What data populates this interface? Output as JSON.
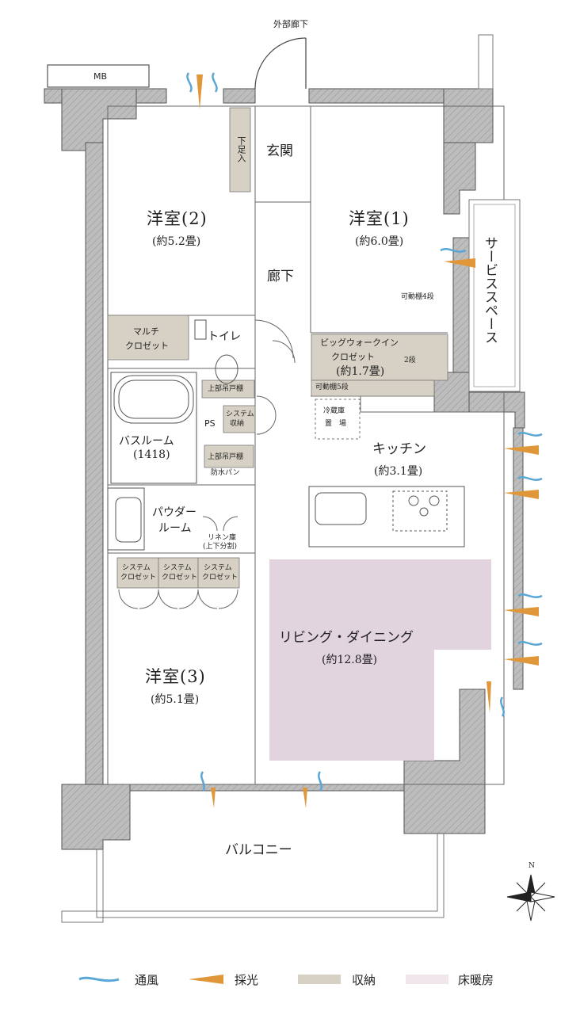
{
  "corridor_label": "外部廊下",
  "mb_label": "MB",
  "rooms": {
    "western2": {
      "name": "洋室(2)",
      "size": "(約5.2畳)"
    },
    "western1": {
      "name": "洋室(1)",
      "size": "(約6.0畳)"
    },
    "western3": {
      "name": "洋室(3)",
      "size": "(約5.1畳)"
    },
    "entrance": "玄関",
    "shoe_box": "下足入",
    "hallway": "廊下",
    "toilet": "トイレ",
    "multi_closet": [
      "マルチ",
      "クロゼット"
    ],
    "walkin": [
      "ビッグウォークイン",
      "クロゼット",
      "(約1.7畳)"
    ],
    "shelf4": "可動棚4段",
    "shelf2": "2段",
    "shelf5": "可動棚5段",
    "upper_cab1": "上部吊戸棚",
    "upper_cab2": "上部吊戸棚",
    "waterproof": "防水パン",
    "ps": "PS",
    "system_storage": [
      "システム",
      "収納"
    ],
    "bathroom": {
      "name": "バスルーム",
      "size": "(1418)"
    },
    "powder": [
      "パウダー",
      "ルーム"
    ],
    "linen": [
      "リネン庫",
      "(上下分割)"
    ],
    "fridge": [
      "冷蔵庫",
      "置　場"
    ],
    "kitchen": {
      "name": "キッチン",
      "size": "(約3.1畳)"
    },
    "system_closets": [
      [
        "システム",
        "クロゼット"
      ],
      [
        "システム",
        "クロゼット"
      ],
      [
        "システム",
        "クロゼット"
      ]
    ],
    "ld": {
      "name": "リビング・ダイニング",
      "size": "(約12.8畳)"
    },
    "service_space": "サービススペース",
    "balcony": "バルコニー"
  },
  "compass": "N",
  "legend": [
    {
      "label": "通風",
      "color": "#5aa7d6",
      "icon": "wave-icon"
    },
    {
      "label": "採光",
      "color": "#e0973a",
      "icon": "triangle-icon"
    },
    {
      "label": "収納",
      "color": "#d6d1c4",
      "icon": "swatch-icon"
    },
    {
      "label": "床暖房",
      "color": "#f1e6ec",
      "icon": "swatch-icon"
    }
  ],
  "colors": {
    "wall": "#a3a3a3",
    "storage": "#d6d1c4",
    "floor_heating": "#e2d4df",
    "wind": "#5aa7d6",
    "light": "#e0973a"
  }
}
